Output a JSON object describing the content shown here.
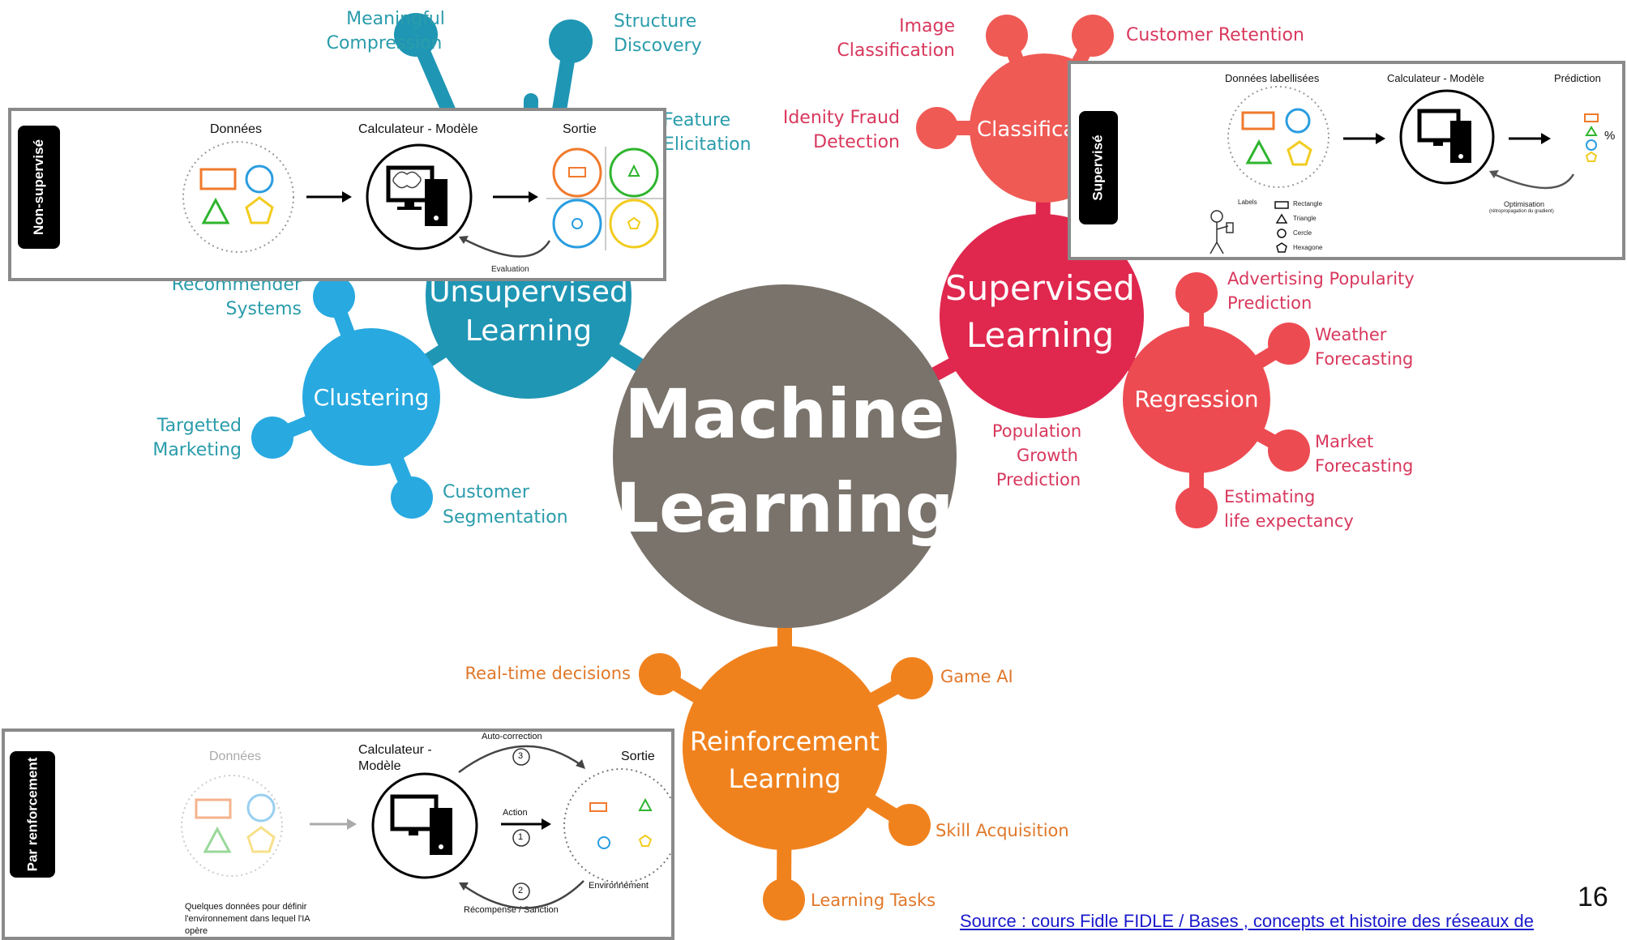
{
  "center": {
    "line1": "Machine",
    "line2": "Learning"
  },
  "hubs": {
    "unsupervised": {
      "line1": "Unsupervised",
      "line2": "Learning"
    },
    "supervised": {
      "line1": "Supervised",
      "line2": "Learning"
    },
    "reinforcement": {
      "line1": "Reinforcement",
      "line2": "Learning"
    },
    "clustering": "Clustering",
    "classification": "Classificat",
    "regression": "Regression"
  },
  "leaves": {
    "meaningful_compression": [
      "Meaningful",
      "Compression"
    ],
    "structure_discovery": [
      "Structure",
      "Discovery"
    ],
    "feature_elicitation": [
      "Feature",
      "Elicitation"
    ],
    "recommender_systems": [
      "Recommender",
      "Systems"
    ],
    "targetted_marketing": [
      "Targetted",
      "Marketing"
    ],
    "customer_segmentation": [
      "Customer",
      "Segmentation"
    ],
    "image_classification": [
      "Image",
      "Classification"
    ],
    "customer_retention": [
      "Customer Retention"
    ],
    "identity_fraud": [
      "Idenity Fraud",
      "Detection"
    ],
    "advertising_popularity": [
      "Advertising Popularity",
      "Prediction"
    ],
    "weather_forecasting": [
      "Weather",
      "Forecasting"
    ],
    "market_forecasting": [
      "Market",
      "Forecasting"
    ],
    "life_expectancy": [
      "Estimating",
      "life expectancy"
    ],
    "population_growth": [
      "Population",
      "Growth",
      "Prediction"
    ],
    "realtime_decisions": [
      "Real-time decisions"
    ],
    "game_ai": [
      "Game AI"
    ],
    "skill_acquisition": [
      "Skill Acquisition"
    ],
    "learning_tasks": [
      "Learning Tasks"
    ]
  },
  "panel_unsupervised": {
    "tag": "Non-supervisé",
    "col_data": "Données",
    "col_model": "Calculateur - Modèle",
    "col_output": "Sortie",
    "evaluation": "Evaluation"
  },
  "panel_supervised": {
    "tag": "Supervisé",
    "col_data": "Données labellisées",
    "col_model": "Calculateur - Modèle",
    "col_output": "Prédiction",
    "percent": "%",
    "labels_title": "Labels",
    "label_rectangle": "Rectangle",
    "label_triangle": "Triangle",
    "label_circle": "Cercle",
    "label_hexagon": "Hexagone",
    "optimisation": "Optimisation",
    "optimisation_detail": "(rétropropagation du gradient)"
  },
  "panel_reinforcement": {
    "tag": "Par renforcement",
    "col_data": "Données",
    "col_model_line1": "Calculateur -",
    "col_model_line2": "Modèle",
    "col_output": "Sortie",
    "auto_correction": "Auto-correction",
    "action": "Action",
    "environment": "Environnement",
    "reward": "Récompense / Sanction",
    "step1": "1",
    "step2": "2",
    "step3": "3",
    "note_line1": "Quelques données pour définir",
    "note_line2": "l'environnement dans lequel l'IA",
    "note_line3": "opère"
  },
  "footer": {
    "source": "Source : cours Fidle FIDLE / Bases , concepts et histoire des réseaux de",
    "page_number": "16"
  },
  "colors": {
    "center": "#7a736b",
    "unsupervised": "#1f96b4",
    "clustering": "#28a9e0",
    "supervised": "#e0284f",
    "classification": "#ef5a55",
    "regression": "#ed4b52",
    "reinforcement": "#f0821e",
    "unsup_text": "#2a9cab",
    "sup_text": "#d8385d",
    "reinf_text": "#e0782a",
    "shape_orange": "#f07a2c",
    "shape_blue": "#2a9de0",
    "shape_green": "#2fb52f",
    "shape_yellow": "#f2cc20"
  }
}
